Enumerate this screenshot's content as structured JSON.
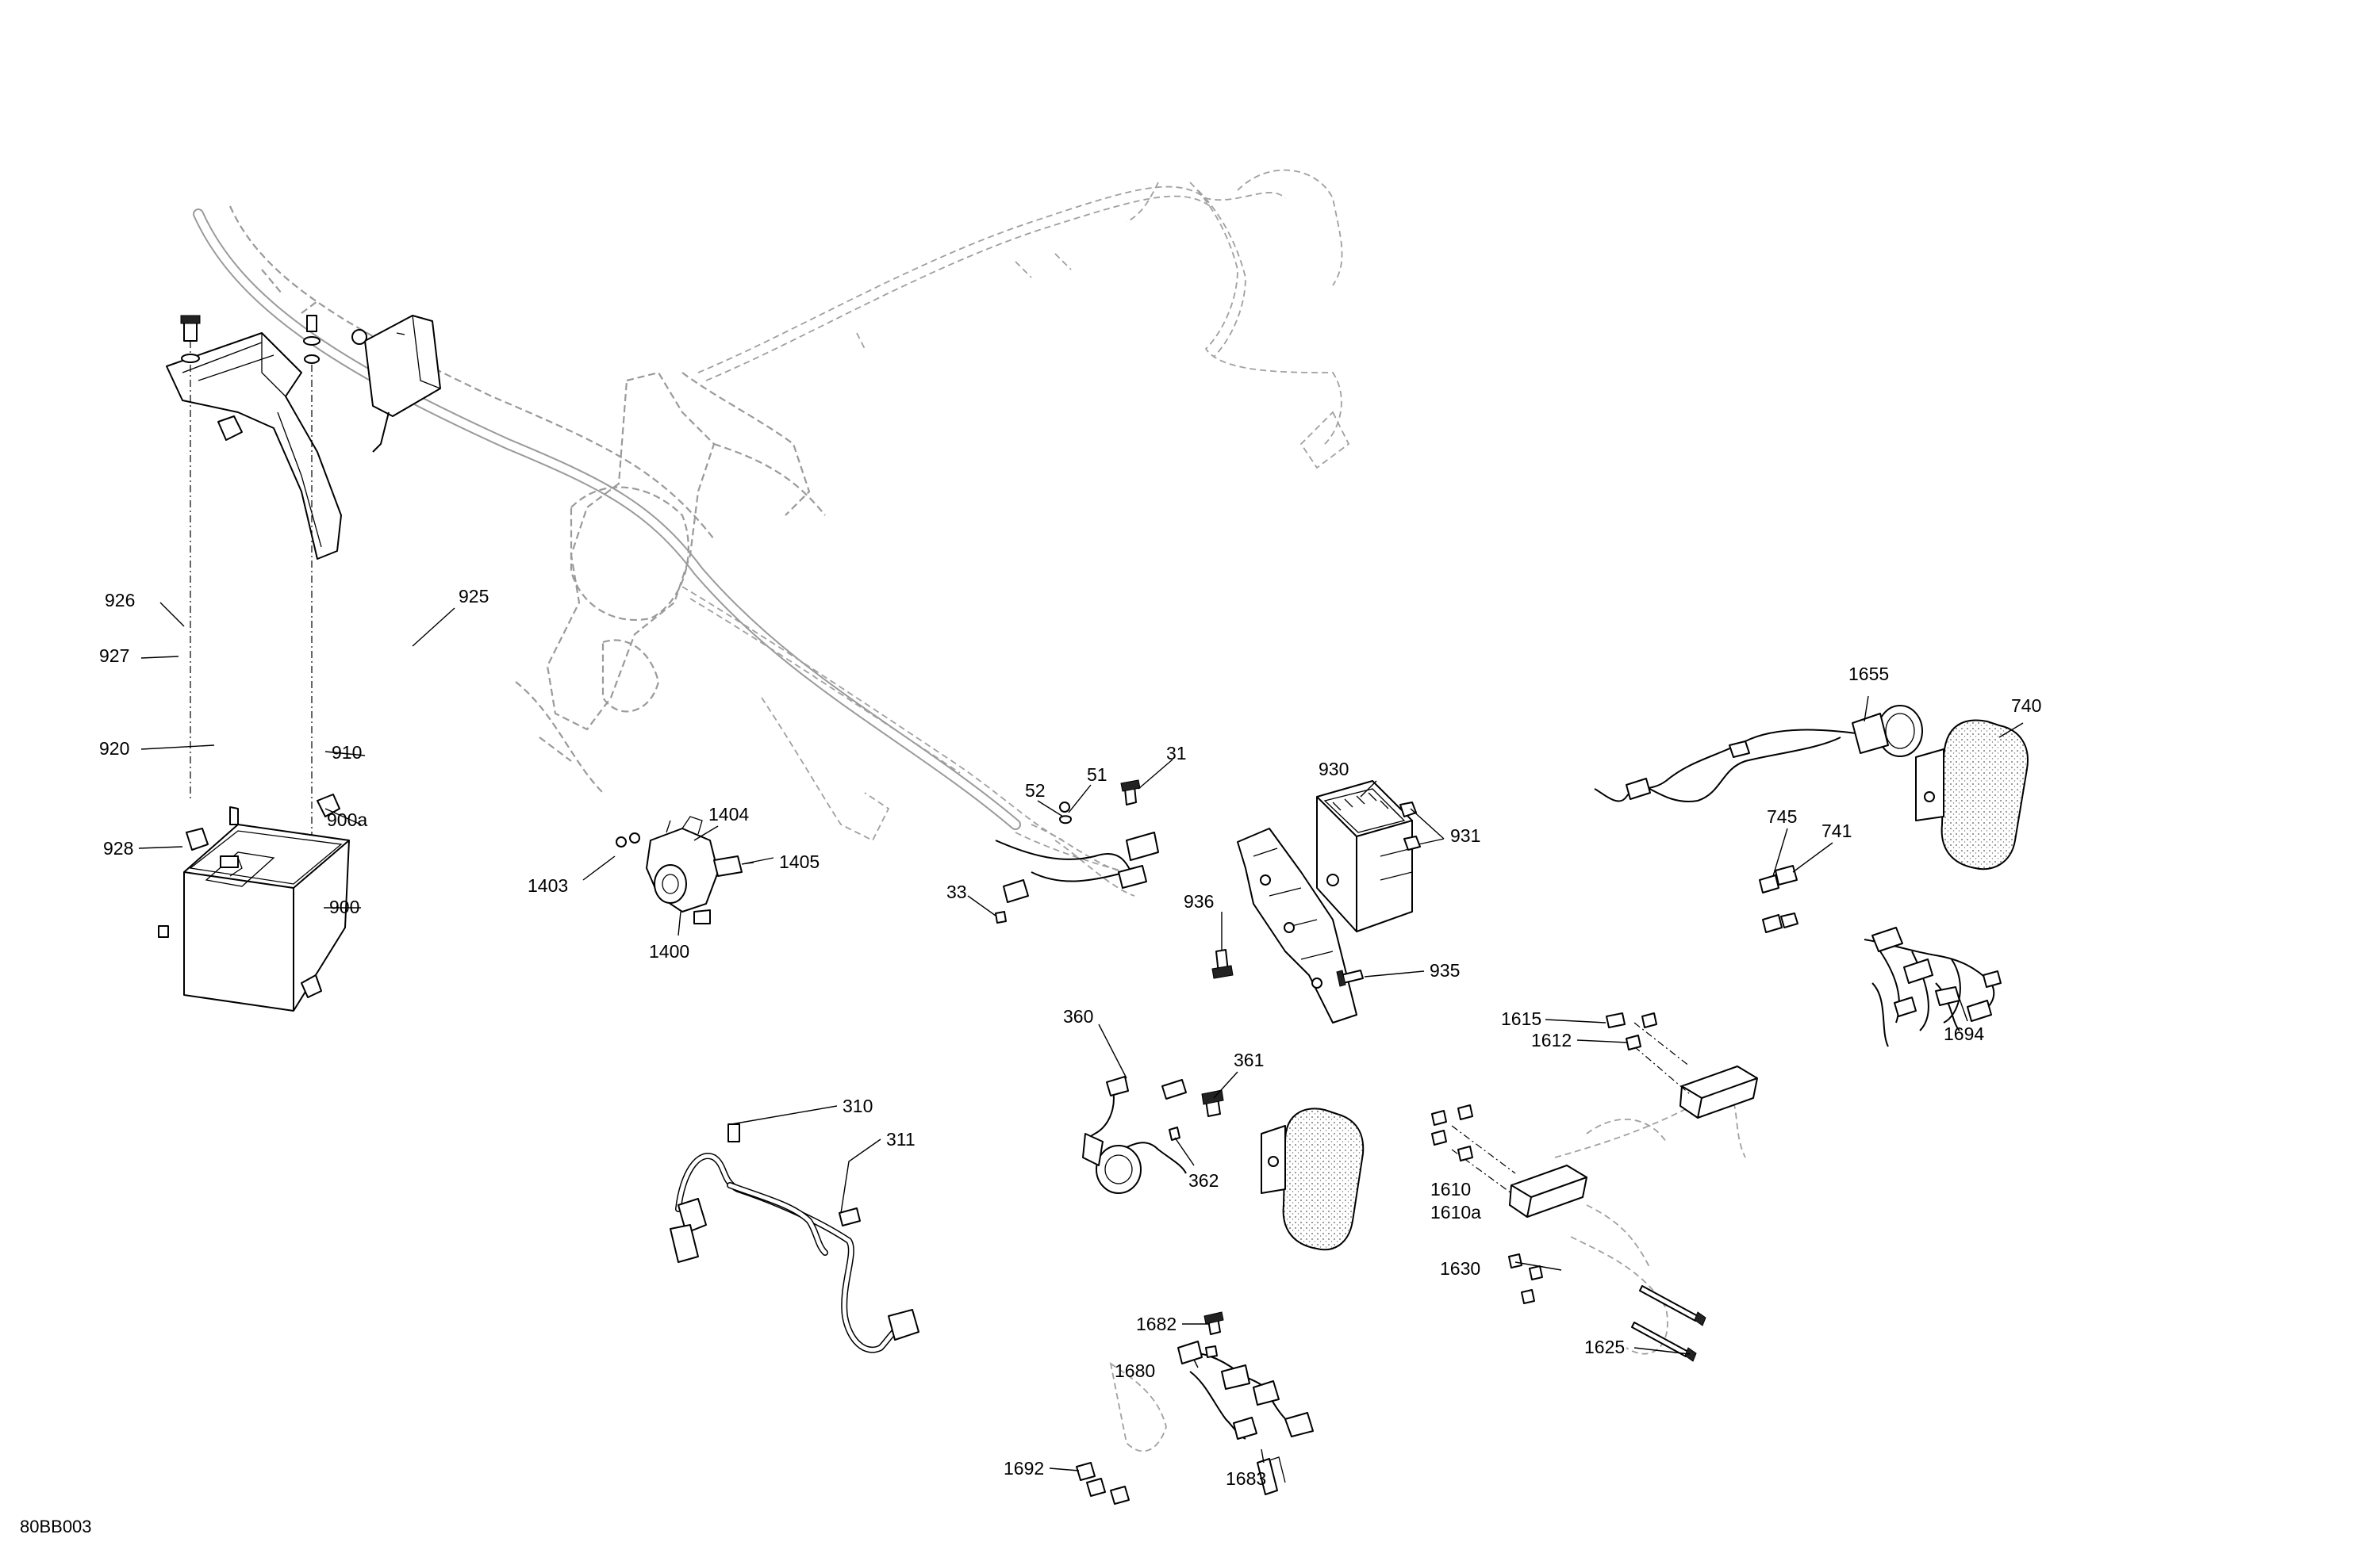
{
  "drawing_ref": "80BB003",
  "callouts": [
    {
      "key": "926",
      "label": "926"
    },
    {
      "key": "927",
      "label": "927"
    },
    {
      "key": "920",
      "label": "920"
    },
    {
      "key": "910",
      "label": "910"
    },
    {
      "key": "925",
      "label": "925"
    },
    {
      "key": "900a",
      "label": "900a"
    },
    {
      "key": "928",
      "label": "928"
    },
    {
      "key": "900",
      "label": "900"
    },
    {
      "key": "1404",
      "label": "1404"
    },
    {
      "key": "1405",
      "label": "1405"
    },
    {
      "key": "1403",
      "label": "1403"
    },
    {
      "key": "1400",
      "label": "1400"
    },
    {
      "key": "52",
      "label": "52"
    },
    {
      "key": "51",
      "label": "51"
    },
    {
      "key": "31",
      "label": "31"
    },
    {
      "key": "33",
      "label": "33"
    },
    {
      "key": "930",
      "label": "930"
    },
    {
      "key": "931",
      "label": "931"
    },
    {
      "key": "936",
      "label": "936"
    },
    {
      "key": "935",
      "label": "935"
    },
    {
      "key": "1655",
      "label": "1655"
    },
    {
      "key": "740",
      "label": "740"
    },
    {
      "key": "745",
      "label": "745"
    },
    {
      "key": "741",
      "label": "741"
    },
    {
      "key": "1694",
      "label": "1694"
    },
    {
      "key": "360",
      "label": "360"
    },
    {
      "key": "361",
      "label": "361"
    },
    {
      "key": "362",
      "label": "362"
    },
    {
      "key": "310",
      "label": "310"
    },
    {
      "key": "311",
      "label": "311"
    },
    {
      "key": "1615",
      "label": "1615"
    },
    {
      "key": "1612",
      "label": "1612"
    },
    {
      "key": "1610",
      "label": "1610"
    },
    {
      "key": "1610a",
      "label": "1610a"
    },
    {
      "key": "1630",
      "label": "1630"
    },
    {
      "key": "1625",
      "label": "1625"
    },
    {
      "key": "1682",
      "label": "1682"
    },
    {
      "key": "1680",
      "label": "1680"
    },
    {
      "key": "1692",
      "label": "1692"
    },
    {
      "key": "1683",
      "label": "1683"
    }
  ]
}
